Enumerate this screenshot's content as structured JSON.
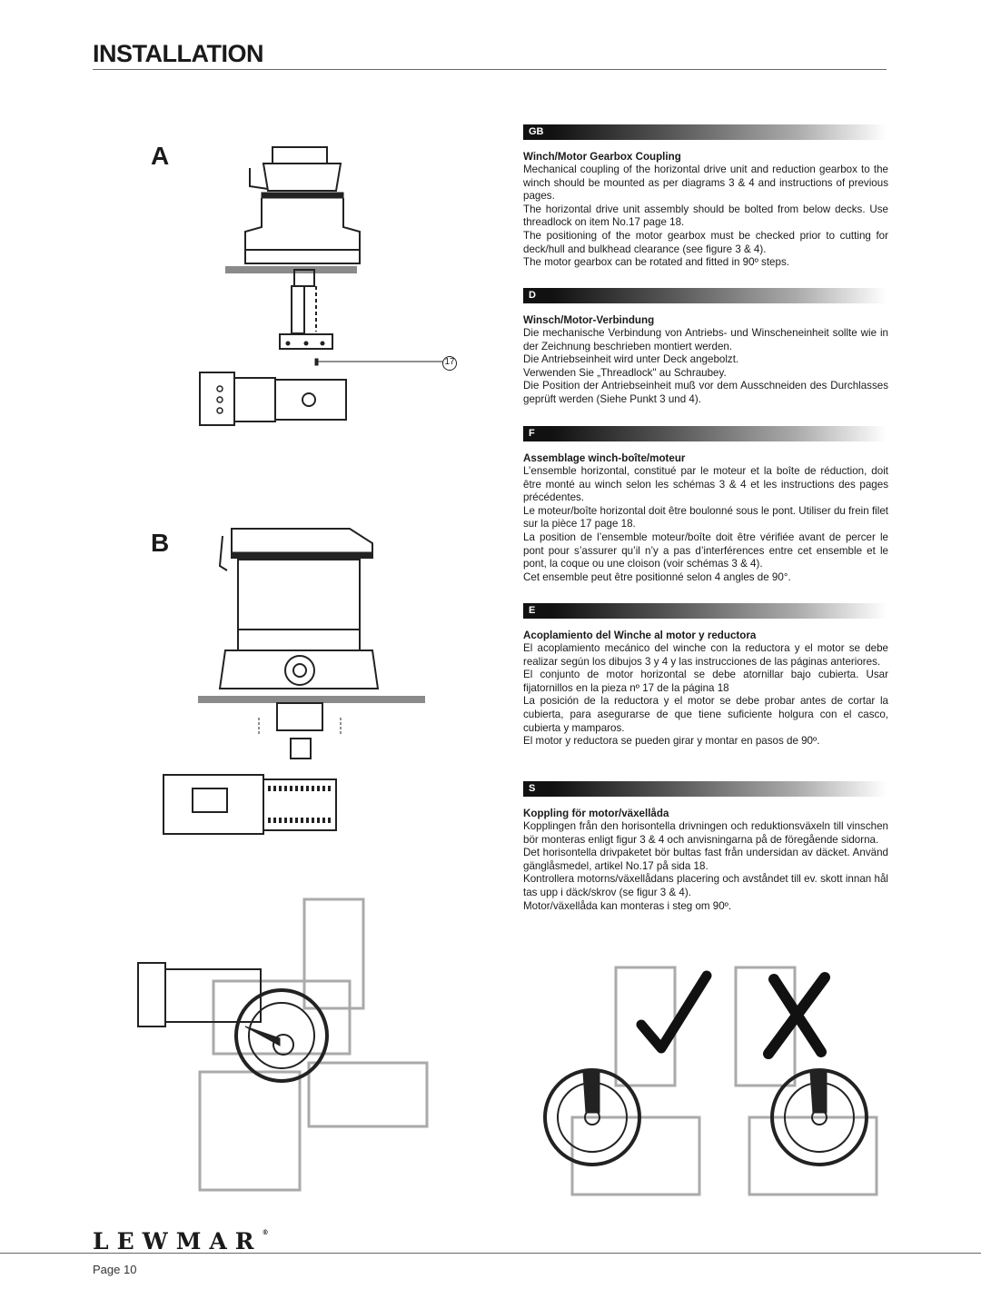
{
  "page_title": "INSTALLATION",
  "figure_labels": {
    "a": "A",
    "b": "B",
    "part_number": "17"
  },
  "sections": [
    {
      "code": "GB",
      "heading": "Winch/Motor Gearbox Coupling",
      "paragraphs": [
        "Mechanical coupling of the horizontal drive unit and reduction gearbox to the winch should be mounted as per diagrams 3 & 4 and instructions of previous pages.",
        "The horizontal drive unit assembly should be bolted from below decks. Use threadlock on item No.17 page 18.",
        "The positioning of the motor gearbox must be checked prior to cutting for deck/hull and bulkhead clearance (see figure 3 & 4).",
        "The motor gearbox can be rotated and fitted in 90º steps."
      ]
    },
    {
      "code": "D",
      "heading": "Winsch/Motor-Verbindung",
      "paragraphs": [
        "Die mechanische Verbindung von Antriebs- und Winscheneinheit sollte wie in der Zeichnung beschrieben montiert werden.",
        "Die Antriebseinheit wird unter Deck angebolzt.",
        "Verwenden Sie „Threadlock\" au Schraubey.",
        "Die Position der Antriebseinheit muß vor dem Ausschneiden des Durchlasses geprüft werden (Siehe Punkt 3 und 4)."
      ]
    },
    {
      "code": "F",
      "heading": "Assemblage winch-boîte/moteur",
      "paragraphs": [
        "L’ensemble horizontal, constitué par le moteur et la boîte de réduction, doit être monté au winch selon les schémas 3 & 4 et les instructions des pages précédentes.",
        "Le moteur/boîte horizontal doit être boulonné sous le pont. Utiliser du frein filet sur la pièce 17 page 18.",
        "La position de l’ensemble moteur/boîte doit être vérifiée avant de percer le pont pour s’assurer qu’il n’y a pas d’interférences entre cet ensemble et le pont, la coque ou une cloison (voir schémas 3 & 4).",
        "Cet ensemble peut être positionné selon 4 angles de 90°."
      ]
    },
    {
      "code": "E",
      "heading": "Acoplamiento del Winche al motor y reductora",
      "paragraphs": [
        "El acoplamiento mecánico del winche con la reductora y el motor se debe realizar según los dibujos 3 y 4 y las instrucciones de las páginas anteriores.",
        "El conjunto de motor horizontal se debe atornillar bajo cubierta. Usar fijatornillos en la pieza nº 17 de la página 18",
        "La posición de la reductora y el motor se debe probar antes de cortar la cubierta, para asegurarse de que tiene suficiente holgura con el casco, cubierta y mamparos.",
        "El motor y reductora se pueden girar y montar en pasos de 90º."
      ]
    },
    {
      "code": "S",
      "heading": "Koppling för motor/växellåda",
      "paragraphs": [
        "Kopplingen från den horisontella drivningen och reduktionsväxeln till vinschen bör monteras enligt figur 3 & 4 och anvisningarna på de föregående sidorna.",
        "Det horisontella drivpaketet bör bultas fast från undersidan av däcket. Använd gänglåsmedel, artikel No.17 på sida 18.",
        "Kontrollera motorns/växellådans placering och avståndet till ev. skott innan hål tas upp i däck/skrov (se figur 3 & 4).",
        "Motor/växellåda kan monteras i steg om 90º."
      ]
    }
  ],
  "brand": "LEWMAR",
  "brand_mark": "®",
  "page_number": "Page 10"
}
